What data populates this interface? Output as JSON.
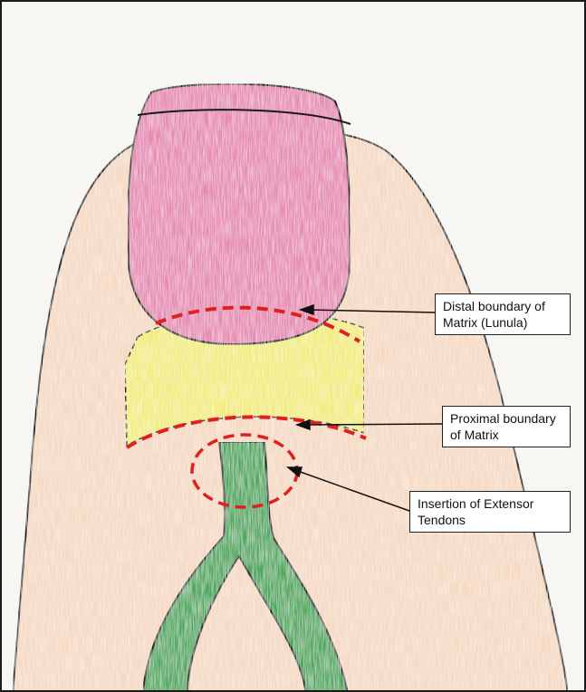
{
  "labels": {
    "distal": {
      "line1": "Distal boundary of",
      "line2": "Matrix (Lunula)"
    },
    "proximal": {
      "line1": "Proximal boundary",
      "line2": "of Matrix"
    },
    "insertion": {
      "line1": "Insertion of Extensor",
      "line2": "Tendons"
    }
  },
  "colors": {
    "paper": "#f7f6f2",
    "skin": "#f5d9c2",
    "nail_plate": "#e68ab2",
    "matrix": "#f2ec7a",
    "tendon": "#4aa85a",
    "boundary_dash": "#e02020",
    "outline": "#1a1a1a"
  }
}
